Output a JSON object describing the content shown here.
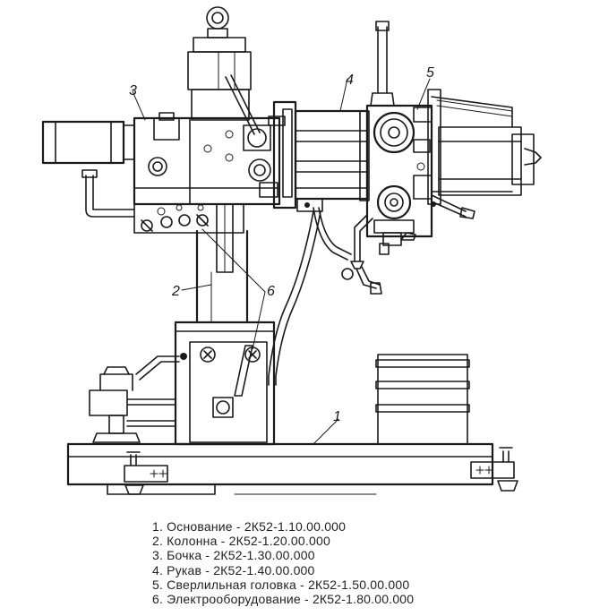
{
  "callouts": {
    "base": "1",
    "column": "2",
    "sleeve": "3",
    "arm": "4",
    "drill_head": "5",
    "electrical": "6"
  },
  "legend": [
    "1. Основание - 2К52-1.10.00.000",
    "2. Колонна - 2К52-1.20.00.000",
    "3. Бочка - 2К52-1.30.00.000",
    "4. Рукав - 2К52-1.40.00.000",
    "5. Сверлильная головка - 2К52-1.50.00.000",
    "6. Электрооборудование - 2К52-1.80.00.000"
  ]
}
